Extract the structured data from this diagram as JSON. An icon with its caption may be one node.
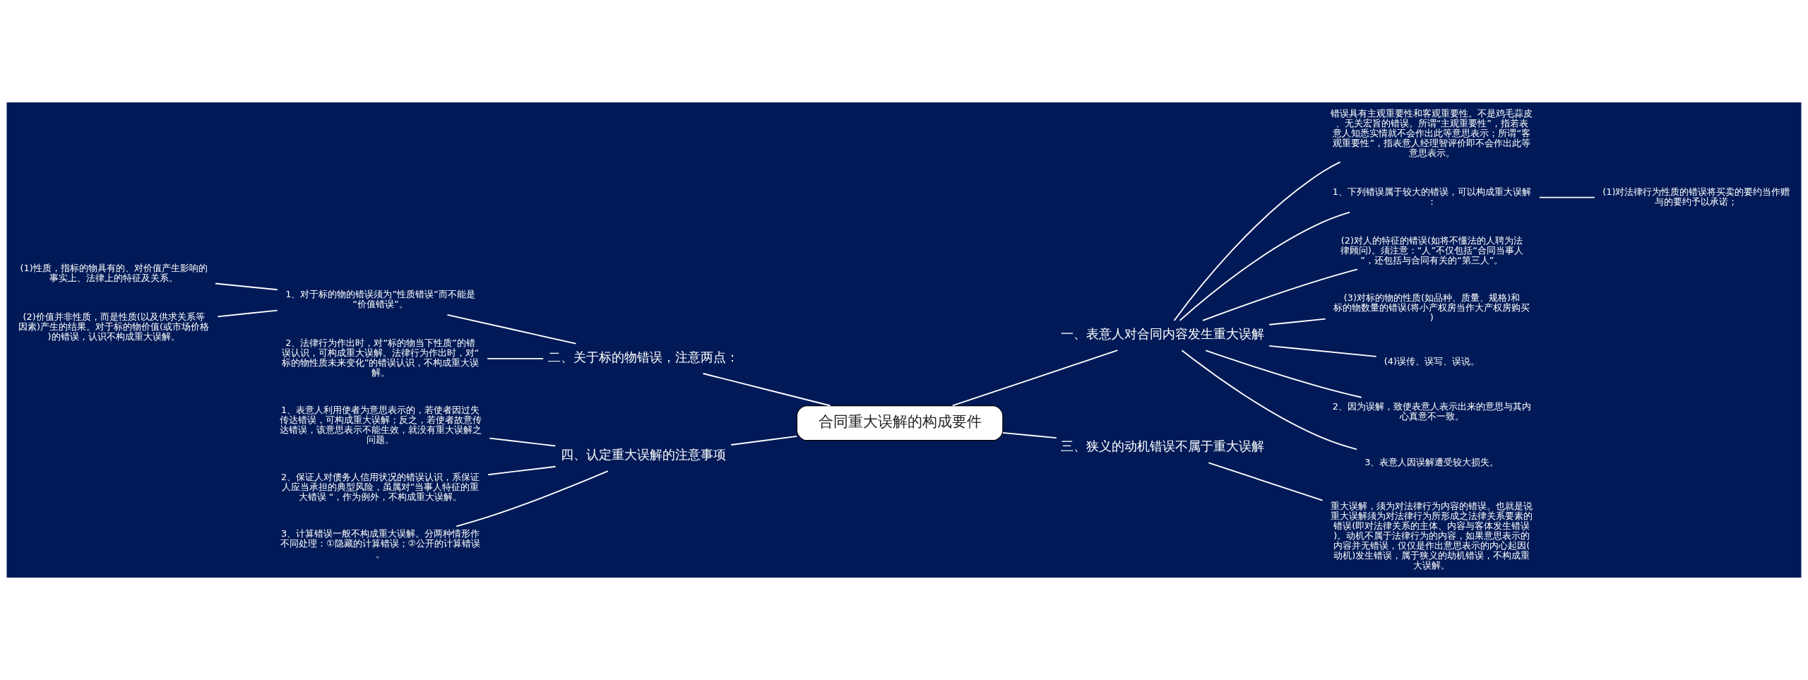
{
  "diagram": {
    "nodes": [
      {
        "text": [
          "合同重大误解的构成要件"
        ]
      },
      {
        "text": [
          "一、表意人对合同内容发生重大误解"
        ]
      },
      {
        "text": [
          "错误具有主观重要性和客观重要性。不是鸡毛蒜皮、无关宏旨的错误。所谓“主观重要性”，指若表意人知悉实情就不会作出此等意思表示；所谓“客观重要性”，指表意人经理智评价即不会作出此等意思表示。"
        ]
      },
      {
        "text": [
          "1、下列错误属于较大的错误，可以构成重大误解："
        ]
      },
      {
        "text": [
          "(1)对法律行为性质的错误将买卖的要约当作赠与的要约予以承诺；"
        ]
      },
      {
        "text": [
          "(2)对人的特征的错误(如将不懂法的人聘为法律顾问)。须注意：“人”不仅包括“合同当事人”，还包括与合同有关的“第三人”。"
        ]
      },
      {
        "text": [
          "(3)对标的物的性质(如品种、质量、规格)和标的物数量的错误(将小产权房当作大产权房购买)"
        ]
      },
      {
        "text": [
          "(4)误传、误写、误说。"
        ]
      },
      {
        "text": [
          "2、因为误解，致使表意人表示出来的意思与其内心真意不一致。"
        ]
      },
      {
        "text": [
          "3、表意人因误解遭受较大损失。"
        ]
      },
      {
        "text": [
          "三、狭义的动机错误不属于重大误解"
        ]
      },
      {
        "text": [
          "重大误解，须为对法律行为内容的错误。也就是说重大误解须为对法律行为所形成之法律关系要素的错误(即对法律关系的主体、内容与客体发生错误)。动机不属于法律行为的内容，如果意思表示的内容并无错误，仅仅是作出意思表示的内心起因(动机)发生错误，属于狭义的劫机错误，不构成重大误解。"
        ]
      },
      {
        "text": [
          "二、关于标的物错误，注意两点："
        ]
      },
      {
        "text": [
          "1、对于标的物的错误须为”性质错误”而不能是“价值错误”。"
        ]
      },
      {
        "text": [
          "(1)性质，指标的物具有的、对价值产生影响的事实上、法律上的特征及关系。"
        ]
      },
      {
        "text": [
          "(2)价值并非性质，而是性质(以及供求关系等因素)产生的结果。对于标的物价值(或市场价格)的错误，认识不构成重大误解。"
        ]
      },
      {
        "text": [
          "2、法律行为作出时，对“标的物当下性质”的错误认识，可构成重大误解。法律行为作出时，对“标的物性质未来变化”的错误认识，不构成重大误解。"
        ]
      },
      {
        "text": [
          "四、认定重大误解的注意事项"
        ]
      },
      {
        "text": [
          "1、表意人利用使者为意思表示的，若使者因过失传达错误，可构成重大误解；反之，若使者故意传达错误，该意思表示不能生效，就没有重大误解之问题。"
        ]
      },
      {
        "text": [
          "2、保证人对债务人信用状况的错误认识，系保证人应当承担的典型风险，虽属对”当事人特征的重大错误 “，作为例外，不构成重大误解。"
        ]
      },
      {
        "text": [
          "3、计算错误一般不构成重大误解。分两种情形作不同处理：①隐藏的计算错误；②公开的计算错误。"
        ]
      }
    ],
    "edges": [
      {
        "from": 0,
        "to": 1,
        "arrow": "none"
      },
      {
        "from": 1,
        "to": 2,
        "arrow": "none"
      },
      {
        "from": 1,
        "to": 3,
        "arrow": "none"
      },
      {
        "from": 3,
        "to": 4,
        "arrow": "none"
      },
      {
        "from": 1,
        "to": 5,
        "arrow": "none"
      },
      {
        "from": 1,
        "to": 6,
        "arrow": "none"
      },
      {
        "from": 1,
        "to": 7,
        "arrow": "none"
      },
      {
        "from": 1,
        "to": 8,
        "arrow": "none"
      },
      {
        "from": 1,
        "to": 9,
        "arrow": "none"
      },
      {
        "from": 0,
        "to": 10,
        "arrow": "none"
      },
      {
        "from": 10,
        "to": 11,
        "arrow": "none"
      },
      {
        "from": 0,
        "to": 12,
        "arrow": "none"
      },
      {
        "from": 12,
        "to": 13,
        "arrow": "none"
      },
      {
        "from": 13,
        "to": 14,
        "arrow": "none"
      },
      {
        "from": 13,
        "to": 15,
        "arrow": "none"
      },
      {
        "from": 12,
        "to": 16,
        "arrow": "none"
      },
      {
        "from": 0,
        "to": 17,
        "arrow": "none"
      },
      {
        "from": 17,
        "to": 18,
        "arrow": "none"
      },
      {
        "from": 17,
        "to": 19,
        "arrow": "none"
      },
      {
        "from": 17,
        "to": 20,
        "arrow": "none"
      }
    ]
  }
}
